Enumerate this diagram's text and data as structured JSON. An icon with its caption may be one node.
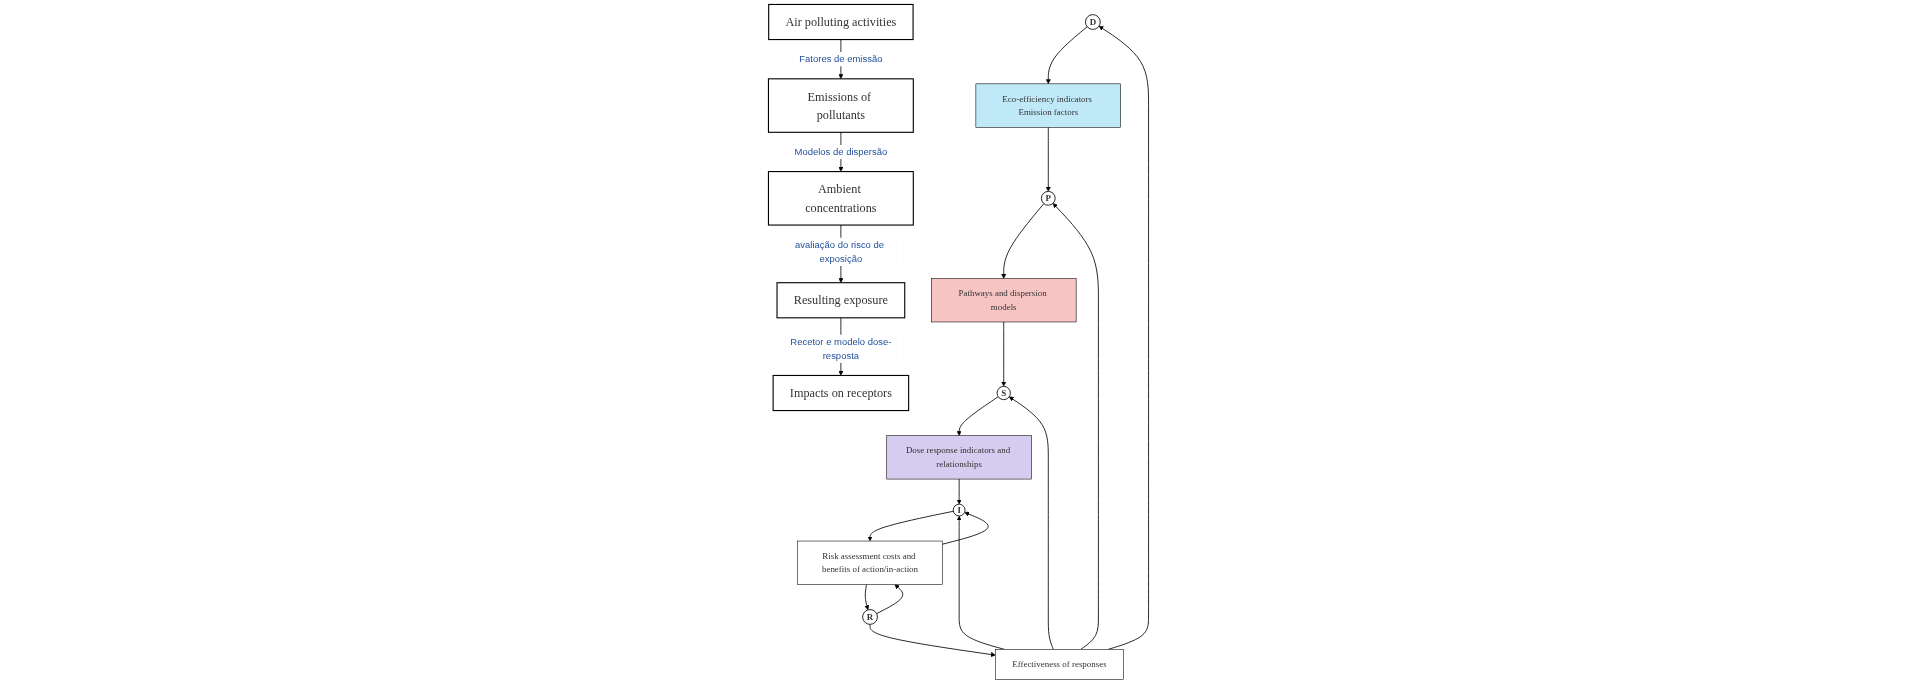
{
  "diagram": {
    "nodes": [
      {
        "text": [
          "Air polluting activities"
        ]
      },
      {
        "text": [
          "Emissions of pollutants"
        ]
      },
      {
        "text": [
          "Ambient concentrations"
        ]
      },
      {
        "text": [
          "Resulting exposure"
        ]
      },
      {
        "text": [
          "Impacts on receptors"
        ]
      },
      {
        "text": [
          "D"
        ]
      },
      {
        "text": [
          "Effectiveness of responses"
        ]
      },
      {
        "text": [
          "R"
        ]
      },
      {
        "text": [
          "Eco-efficiency indicators Emission factors"
        ]
      },
      {
        "text": [
          "Risk assessment costs and benefits of action/in-action"
        ]
      },
      {
        "text": [
          "P"
        ]
      },
      {
        "text": [
          "I"
        ]
      },
      {
        "text": [
          "Pathways and dispersion models"
        ]
      },
      {
        "text": [
          "S"
        ]
      },
      {
        "text": [
          "Dose response indicators and relationships"
        ]
      }
    ],
    "edges": [
      {
        "from": 0,
        "to": 1,
        "arrow": "to",
        "label": "Fatores de emissão"
      },
      {
        "from": 1,
        "to": 2,
        "arrow": "to",
        "label": "Modelos de dispersão"
      },
      {
        "from": 2,
        "to": 3,
        "arrow": "to",
        "label": "avaliação do risco de exposição"
      },
      {
        "from": 3,
        "to": 4,
        "arrow": "to",
        "label": "Recetor e modelo dose-resposta"
      },
      {
        "from": 6,
        "to": 5,
        "arrow": "to"
      },
      {
        "from": 7,
        "to": 6,
        "arrow": "to"
      },
      {
        "from": 5,
        "to": 8,
        "arrow": "to"
      },
      {
        "from": 8,
        "to": 10,
        "arrow": "to"
      },
      {
        "from": 6,
        "to": 10,
        "arrow": "to"
      },
      {
        "from": 6,
        "to": 13,
        "arrow": "to"
      },
      {
        "from": 6,
        "to": 11,
        "arrow": "to"
      },
      {
        "from": 7,
        "to": 9,
        "arrow": "to"
      },
      {
        "from": 9,
        "to": 7,
        "arrow": "to"
      },
      {
        "from": 9,
        "to": 11,
        "arrow": "to"
      },
      {
        "from": 11,
        "to": 9,
        "arrow": "to"
      },
      {
        "from": 10,
        "to": 12,
        "arrow": "to"
      },
      {
        "from": 12,
        "to": 13,
        "arrow": "to"
      },
      {
        "from": 13,
        "to": 14,
        "arrow": "to"
      },
      {
        "from": 14,
        "to": 11,
        "arrow": "to"
      }
    ]
  }
}
